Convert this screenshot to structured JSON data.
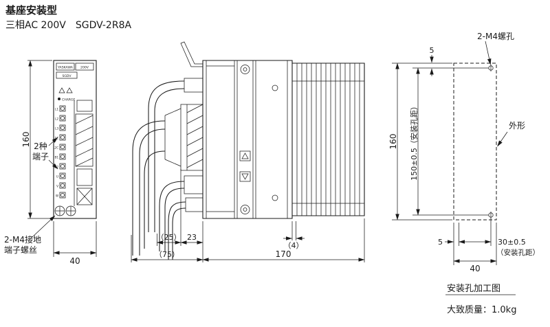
{
  "colors": {
    "ink": "#1a1a1a",
    "background": "#ffffff"
  },
  "header": {
    "title": "基座安装型",
    "subtitle": "三相AC 200V　SGDV-2R8A"
  },
  "front_view": {
    "badges": [
      "YASKAWA",
      "200V",
      "SGDV"
    ],
    "charge_label": "CHARGE",
    "terminal_labels": [
      "L1",
      "L2",
      "L3",
      "L1C",
      "L2C",
      "B1",
      "B2",
      "U",
      "V",
      "W"
    ],
    "height_dim": "160",
    "width_dim": "40",
    "terminal_note": {
      "line1": "2种",
      "line2": "端子"
    },
    "ground_note": {
      "line1": "2-M4接地",
      "line2": "端子螺丝"
    }
  },
  "side_view": {
    "dims": {
      "d25": "（25）",
      "d23": "23",
      "d75": "（75）",
      "d170": "170",
      "d4": "（4）"
    }
  },
  "mounting_view": {
    "screw_note": "2-M4螺孔",
    "top_offset_dim": "5",
    "height_dim": "160",
    "vertical_pitch_dim": "150±0.5（安装孔距）",
    "outline_label": "外形",
    "left_offset_dim": "5",
    "horizontal_pitch_dim": "30±0.5",
    "horizontal_pitch_note": "（安装孔距）",
    "width_dim": "40",
    "caption": "安装孔加工图"
  },
  "footer": {
    "mass_note": "大致质量：1.0kg"
  }
}
